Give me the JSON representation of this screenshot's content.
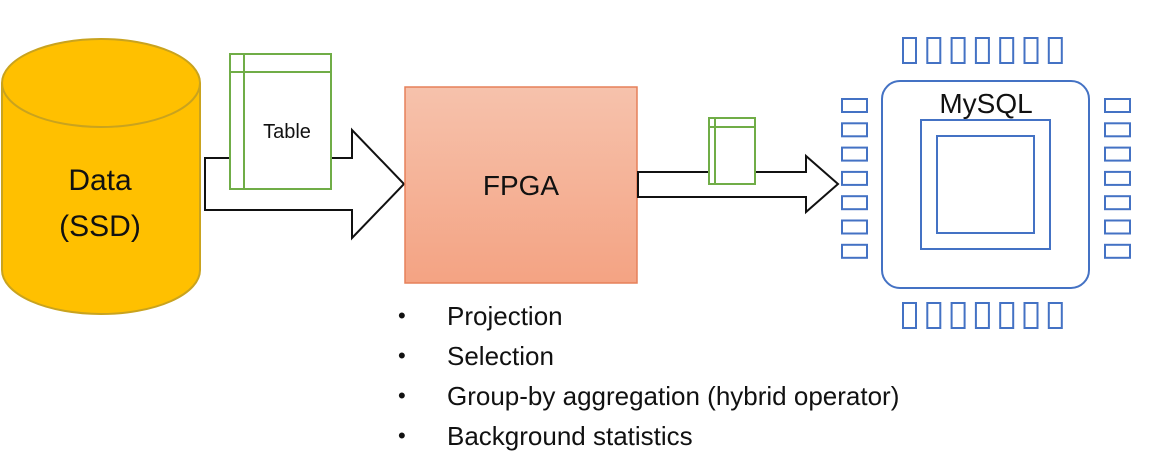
{
  "diagram": {
    "storage": {
      "line1": "Data",
      "line2": "(SSD)",
      "fill": "#FFC000",
      "stroke": "#C9A31E"
    },
    "table_label": "Table",
    "fpga": {
      "label": "FPGA",
      "fill_top": "#F6C2AC",
      "fill_bottom": "#F4A383",
      "stroke": "#E6805A"
    },
    "mysql": {
      "label": "MySQL",
      "color": "#4472C4"
    },
    "table_icon_color": "#70AD47",
    "operations": [
      "Projection",
      "Selection",
      "Group-by aggregation (hybrid operator)",
      "Background statistics"
    ],
    "bullet_glyph": "•"
  }
}
